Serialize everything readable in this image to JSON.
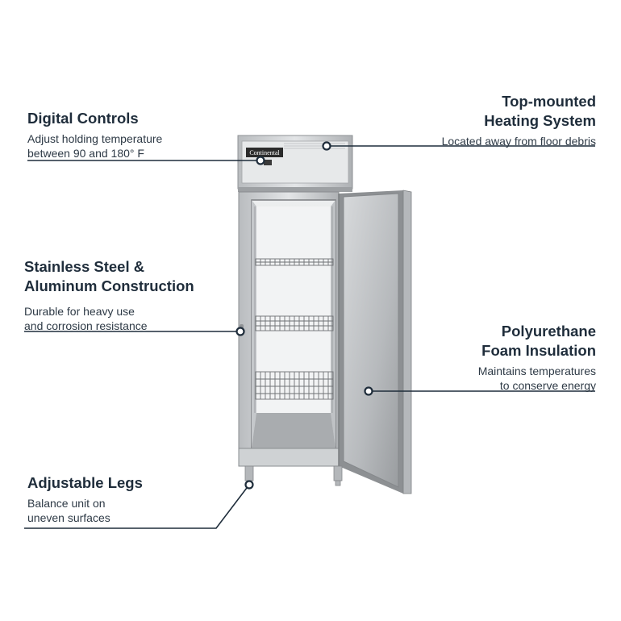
{
  "callouts": {
    "digital_controls": {
      "title": "Digital Controls",
      "desc": "Adjust holding temperature\nbetween 90 and 180° F"
    },
    "heating_system": {
      "title": "Top-mounted\nHeating System",
      "desc": "Located away from floor debris"
    },
    "construction": {
      "title": "Stainless Steel &\nAluminum Construction",
      "desc": "Durable for heavy use\nand corrosion resistance"
    },
    "insulation": {
      "title": "Polyurethane\nFoam Insulation",
      "desc": "Maintains temperatures\nto conserve energy"
    },
    "legs": {
      "title": "Adjustable Legs",
      "desc": "Balance unit on\nuneven surfaces"
    }
  },
  "unit": {
    "brand": "Continental"
  },
  "colors": {
    "line": "#1f2d3b",
    "steel": "#c9cccf"
  }
}
